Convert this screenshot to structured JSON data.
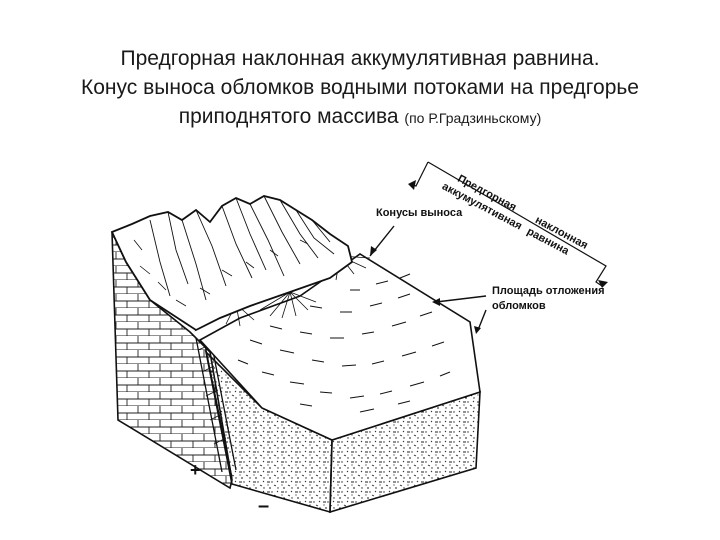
{
  "title": {
    "line1": "Предгорная наклонная аккумулятивная равнина.",
    "line2": "Конус выноса обломков водными потоками на предгорье",
    "line3_main": "приподнятого массива",
    "line3_small": "(по Р.Градзиньскому)"
  },
  "labels": {
    "cones": "Конусы выноса",
    "plain_line1": "Предгорная",
    "plain_line2": "аккумулятивная",
    "plain_word_slope": "наклонная",
    "plain_word_plain": "равнина",
    "deposit_line1": "Площадь отложения",
    "deposit_line2": "обломков",
    "plus": "+",
    "minus": "–"
  }
}
